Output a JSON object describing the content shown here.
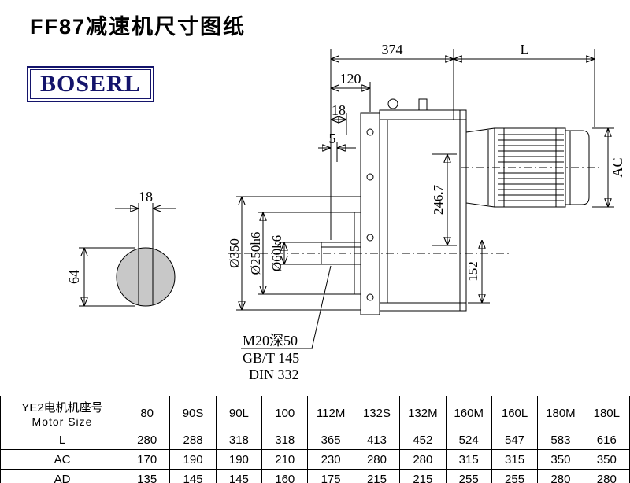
{
  "title": "FF87减速机尺寸图纸",
  "logo": {
    "text": "BOSERL"
  },
  "drawing": {
    "total_length": "374",
    "motor_length": "L",
    "dim_120": "120",
    "dim_18": "18",
    "dim_5": "5",
    "dim_ac": "AC",
    "dim_246_7": "246.7",
    "dim_152": "152",
    "shaft_key_width": "18",
    "shaft_height": "64",
    "flange_dia": "Ø350",
    "spigot_dia": "Ø250h6",
    "shaft_dia": "Ø60k6",
    "tap_hole": "M20深50",
    "std_gbt": "GB/T 145",
    "std_din": "DIN 332"
  },
  "table": {
    "header_label_line1": "YE2电机机座号",
    "header_label_line2": "Motor Size",
    "columns": [
      "80",
      "90S",
      "90L",
      "100",
      "112M",
      "132S",
      "132M",
      "160M",
      "160L",
      "180M",
      "180L"
    ],
    "rows": [
      {
        "label": "L",
        "values": [
          "280",
          "288",
          "318",
          "318",
          "365",
          "413",
          "452",
          "524",
          "547",
          "583",
          "616"
        ]
      },
      {
        "label": "AC",
        "values": [
          "170",
          "190",
          "190",
          "210",
          "230",
          "280",
          "280",
          "315",
          "315",
          "350",
          "350"
        ]
      },
      {
        "label": "AD",
        "values": [
          "135",
          "145",
          "145",
          "160",
          "175",
          "215",
          "215",
          "255",
          "255",
          "280",
          "280"
        ]
      }
    ]
  }
}
